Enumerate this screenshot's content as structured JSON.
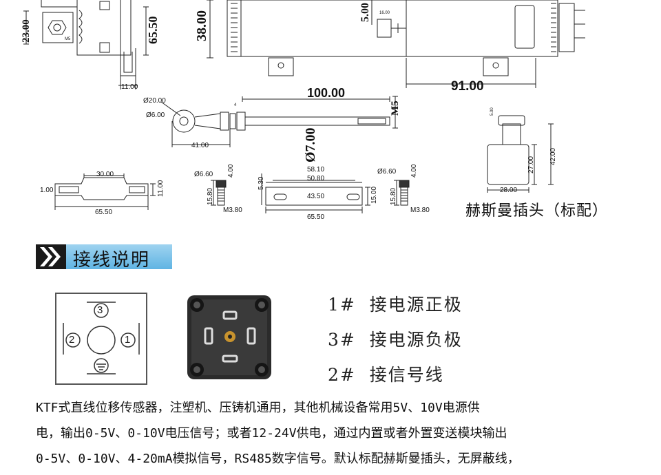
{
  "drawing": {
    "bracket": {
      "d_23": "23.00",
      "d_65_50": "65.50",
      "d_11": "11.00",
      "m5": "M5"
    },
    "body": {
      "d_38": "38.00",
      "d_5": "5.00",
      "d_16": "16.00",
      "d_91": "91.00"
    },
    "rod": {
      "d_20": "Ø20.00",
      "d_6": "Ø6.00",
      "d_100": "100.00",
      "d_7": "Ø7.00",
      "d_41": "41.00",
      "m5": "M5",
      "d_small": "4"
    },
    "clamp": {
      "d_30": "30.00",
      "d_1": "1.00",
      "d_11": "11.00",
      "d_65_50": "65.50"
    },
    "screw1": {
      "d_6_60": "Ø6.60",
      "d_4": "4.00",
      "d_15_80": "15.80",
      "m3_8": "M3.80"
    },
    "plate": {
      "d_58_10": "58.10",
      "d_50_80": "50.80",
      "d_5_30": "5.30",
      "d_43_50": "43.50",
      "d_15": "15.00",
      "d_65_50": "65.50"
    },
    "screw2": {
      "d_6_60": "Ø6.60",
      "d_4": "4.00",
      "d_15_80": "15.80",
      "m3_8": "M3.80"
    },
    "plug": {
      "d_5": "5.00",
      "d_27": "27.00",
      "d_42": "42.00",
      "d_28": "28.00"
    },
    "plug_caption": "赫斯曼插头（标配）"
  },
  "section": {
    "title": "接线说明"
  },
  "pinout": {
    "pin3": "3",
    "pin2": "2",
    "pin1": "1"
  },
  "pins": [
    {
      "num": "1#",
      "text": "接电源正极"
    },
    {
      "num": "3#",
      "text": "接电源负极"
    },
    {
      "num": "2#",
      "text": "接信号线"
    }
  ],
  "description": [
    "KTF式直线位移传感器，注塑机、压铸机通用，其他机械设备常用5V、10V电源供",
    "电，输出0-5V、0-10V电压信号；或者12-24V供电，通过内置或者外置变送模块输出",
    "0-5V、0-10V、4-20mA模拟信号，RS485数字信号。默认标配赫斯曼插头，无屏蔽线，"
  ],
  "colors": {
    "accent_band": "#6ab9e6",
    "chevron": "#1a1a1a"
  }
}
